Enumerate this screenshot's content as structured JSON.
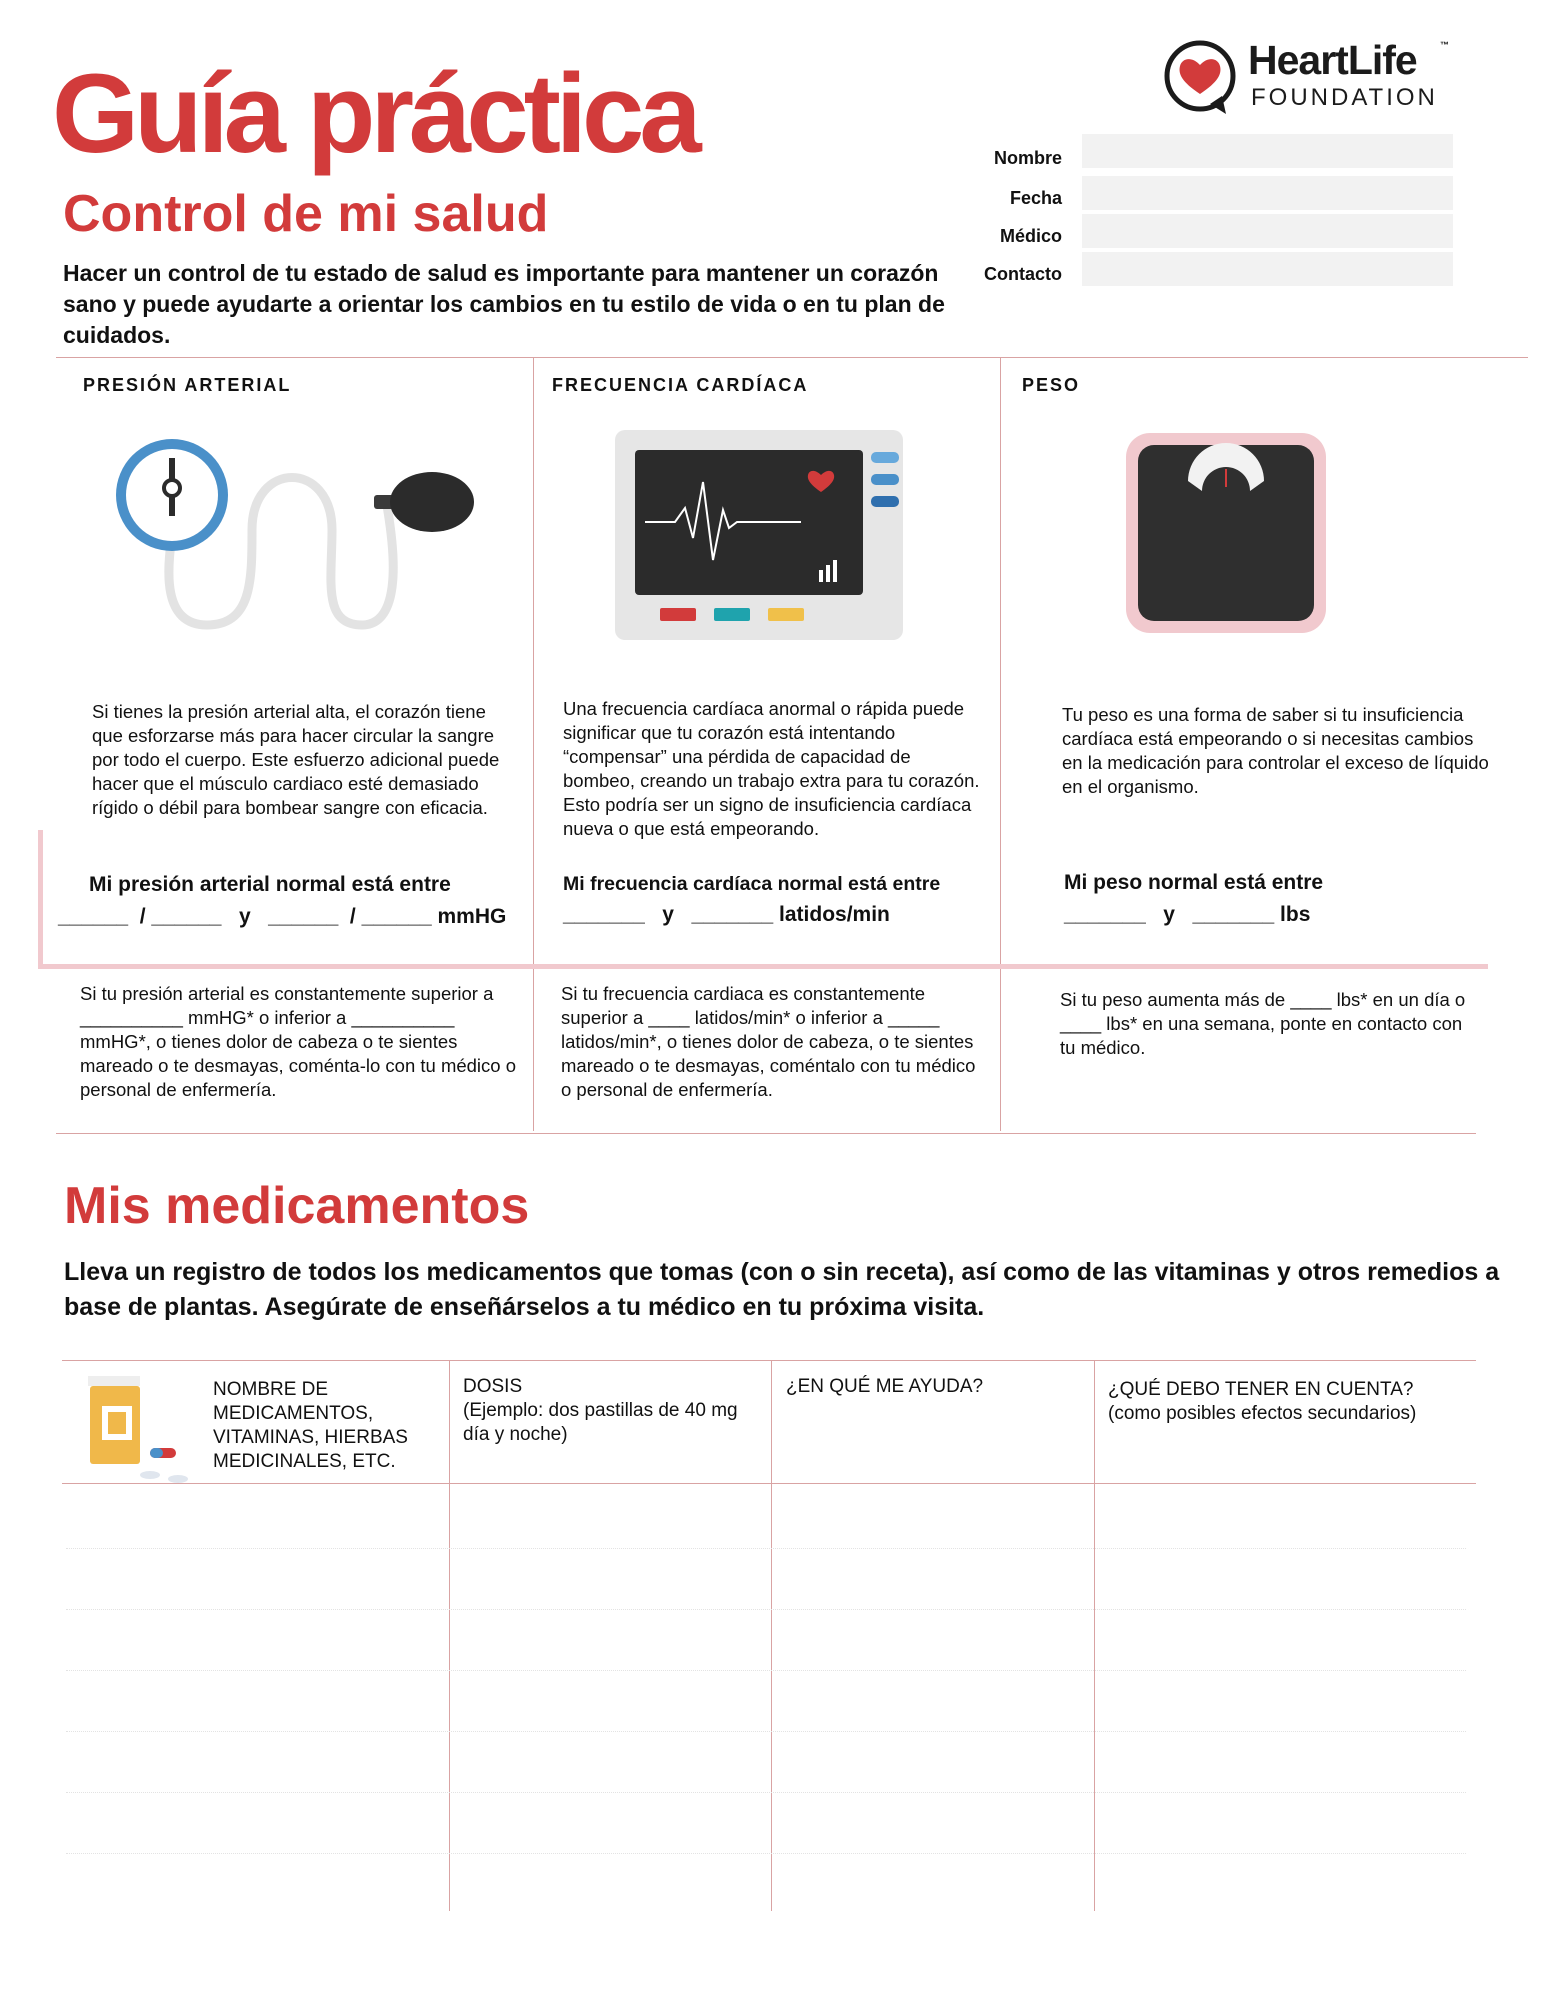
{
  "header": {
    "title": "Guía práctica",
    "subtitle": "Control de mi salud",
    "intro": "Hacer un control de tu estado de salud es importante para mantener un corazón sano y puede ayudarte a orientar los cambios en tu estilo de vida o en tu plan de cuidados."
  },
  "logo": {
    "name": "HeartLife",
    "tm": "™",
    "sub": "FOUNDATION",
    "icon": "heart-speech-bubble-icon"
  },
  "form": {
    "fields": [
      {
        "label": "Nombre",
        "value": ""
      },
      {
        "label": "Fecha",
        "value": ""
      },
      {
        "label": "Médico",
        "value": ""
      },
      {
        "label": "Contacto",
        "value": ""
      }
    ]
  },
  "sections": [
    {
      "heading": "PRESIÓN ARTERIAL",
      "icon": "blood-pressure-monitor-icon",
      "description": "Si tienes la presión arterial alta, el corazón tiene que esforzarse más para hacer circular la sangre por todo el cuerpo. Este esfuerzo adicional puede hacer que el músculo cardiaco esté demasiado rígido o débil para bombear sangre con eficacia.",
      "normal_label": "Mi presión arterial normal está entre",
      "blanks": "______  / ______   y   ______  / ______ mmHG",
      "warning": "Si tu presión arterial es constantemente superior a __________ mmHG* o inferior a __________ mmHG*, o tienes dolor de cabeza o te sientes mareado o te desmayas, coménta-lo  con tu médico o personal de enfermería."
    },
    {
      "heading": "FRECUENCIA CARDÍACA",
      "icon": "heart-rate-monitor-icon",
      "description": "Una frecuencia cardíaca anormal o rápida puede significar que tu corazón está intentando “compensar” una pérdida de capacidad de bombeo, creando un trabajo extra para tu corazón. Esto podría ser un signo de insuficiencia cardíaca nueva o que está empeorando.",
      "normal_label": "Mi frecuencia cardíaca normal está entre",
      "blanks": "_______   y   _______ latidos/min",
      "warning": "Si tu frecuencia cardiaca es constantemente superior a ____ latidos/min* o inferior a _____ latidos/min*, o tienes dolor de cabeza, o te sientes mareado o te desmayas, coméntalo con tu médico o personal de enfermería."
    },
    {
      "heading": "PESO",
      "icon": "bathroom-scale-icon",
      "description": "Tu peso es una forma de saber si tu insuficiencia cardíaca está empeorando o si necesitas cambios en la medicación para controlar el exceso de líquido en el organismo.",
      "normal_label": "Mi peso normal está entre",
      "blanks": "_______   y   _______ lbs",
      "warning": "Si tu peso aumenta más de ____ lbs* en un día o ____ lbs* en una semana, ponte en contacto con tu médico."
    }
  ],
  "medications": {
    "title": "Mis medicamentos",
    "intro": "Lleva un registro de todos los medicamentos que tomas (con o sin receta), así como de las vitaminas y otros remedios a base de plantas. Asegúrate de enseñárselos a tu médico en tu próxima visita.",
    "icon": "pill-bottle-icon",
    "columns": [
      {
        "title": "NOMBRE DE MEDICAMENTOS, VITAMINAS, HIERBAS MEDICINALES, ETC.",
        "note": ""
      },
      {
        "title": "DOSIS",
        "note": "(Ejemplo: dos pastillas de 40 mg día y noche)"
      },
      {
        "title": "¿EN QUÉ ME AYUDA?",
        "note": ""
      },
      {
        "title": "¿QUÉ DEBO TENER EN CUENTA?",
        "note": "(como posibles efectos secundarios)"
      }
    ]
  },
  "colors": {
    "accent": "#d23b3b",
    "divider": "#d9a3a3",
    "field": "#f2f2f2",
    "blue": "#4a90c9",
    "pink": "#f1c9ce"
  }
}
